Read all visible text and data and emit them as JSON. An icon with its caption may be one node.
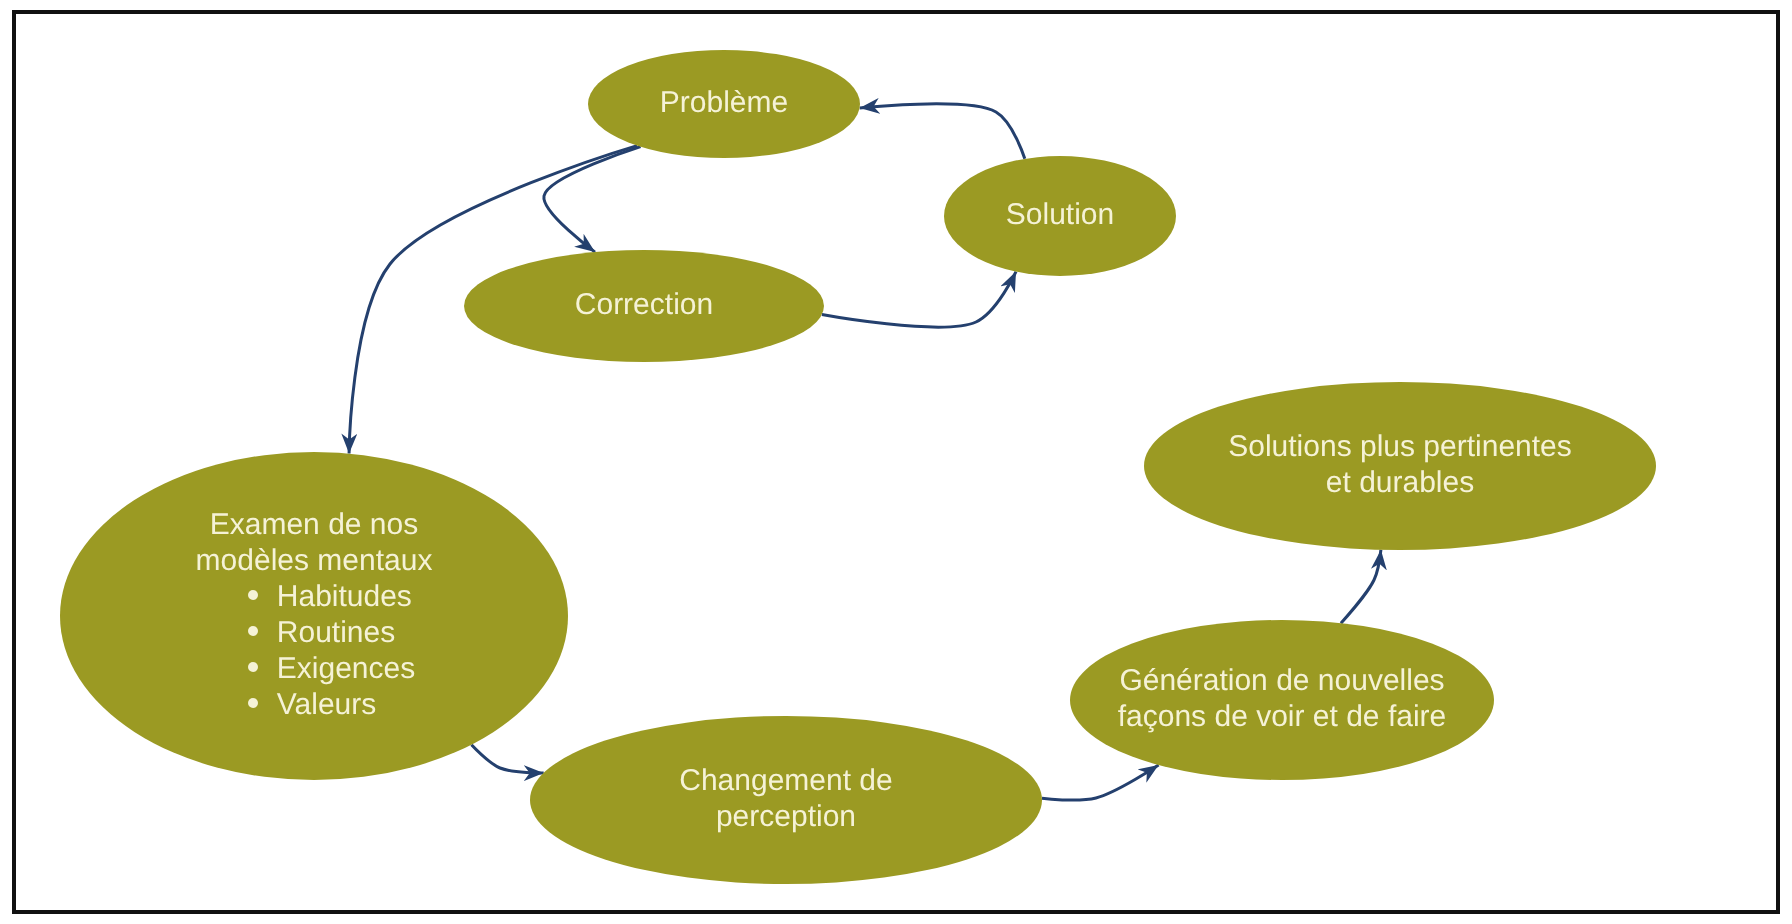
{
  "diagram": {
    "nodes": [
      {
        "text": [
          "Problème"
        ]
      },
      {
        "text": [
          "Solution"
        ]
      },
      {
        "text": [
          "Correction"
        ]
      },
      {
        "text": [
          "Examen de nos modèles mentaux",
          "Habitudes",
          "Routines",
          "Exigences",
          "Valeurs"
        ]
      },
      {
        "text": [
          "Changement de perception"
        ]
      },
      {
        "text": [
          "Génération de nouvelles façons de voir et de faire"
        ]
      },
      {
        "text": [
          "Solutions plus pertinentes et durables"
        ]
      }
    ],
    "edges": [
      {
        "from": 1,
        "to": 0,
        "arrow": "to"
      },
      {
        "from": 0,
        "to": 2,
        "arrow": "to"
      },
      {
        "from": 2,
        "to": 1,
        "arrow": "to"
      },
      {
        "from": 0,
        "to": 3,
        "arrow": "to"
      },
      {
        "from": 3,
        "to": 4,
        "arrow": "to"
      },
      {
        "from": 4,
        "to": 5,
        "arrow": "to"
      },
      {
        "from": 5,
        "to": 6,
        "arrow": "to"
      }
    ]
  }
}
